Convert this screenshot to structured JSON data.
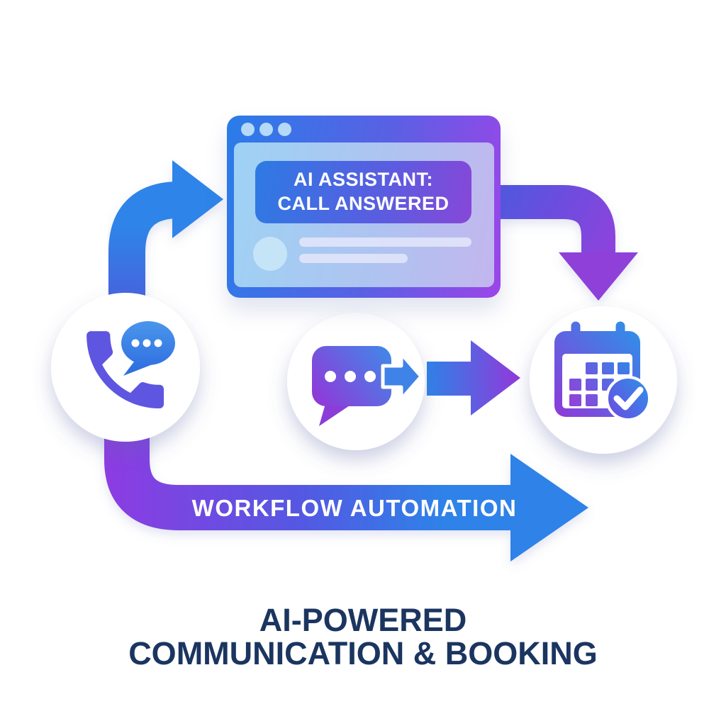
{
  "colors": {
    "background": "#ffffff",
    "blue": "#2e82e8",
    "indigo": "#5457e0",
    "purple": "#8f3fdc",
    "navy_title": "#1b3560",
    "light_blue_dots": "#b5d9f6",
    "window_panel": "#9ed2f4"
  },
  "browser_window": {
    "message_line1": "AI ASSISTANT:",
    "message_line2": "CALL ANSWERED"
  },
  "workflow_arrow": {
    "label": "WORKFLOW AUTOMATION"
  },
  "title": {
    "line1": "AI-POWERED",
    "line2": "COMMUNICATION & BOOKING"
  },
  "icons": {
    "left": "phone-with-chat-bubble-icon",
    "middle": "chat-message-send-icon",
    "right": "calendar-check-icon",
    "window": "browser-traffic-dots-icon"
  }
}
